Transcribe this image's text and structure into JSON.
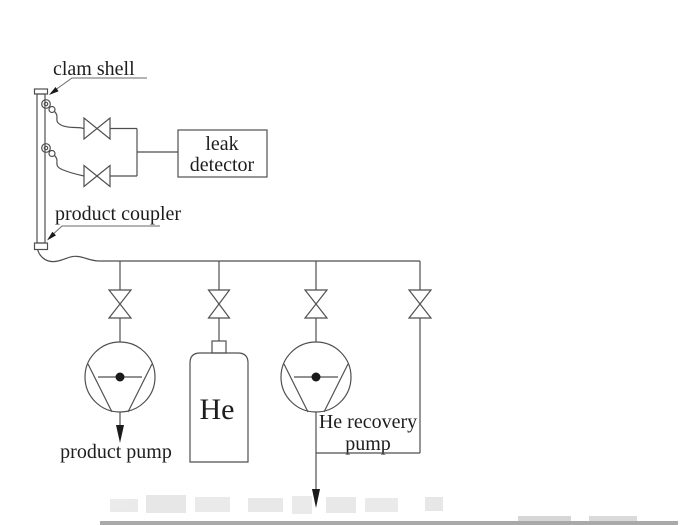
{
  "diagram": {
    "labels": {
      "clam_shell": "clam shell",
      "product_coupler": "product coupler",
      "leak_detector_line1": "leak",
      "leak_detector_line2": "detector",
      "product_pump": "product pump",
      "he_cylinder": "He",
      "he_recovery_pump_line1": "He recovery",
      "he_recovery_pump_line2": "pump"
    },
    "colors": {
      "background": "#ffffff",
      "line": "#4f4f4f",
      "text": "#1d1d1d",
      "arrow_fill": "#1a1a1a",
      "artifact_gray": "#9b9b9b"
    }
  }
}
